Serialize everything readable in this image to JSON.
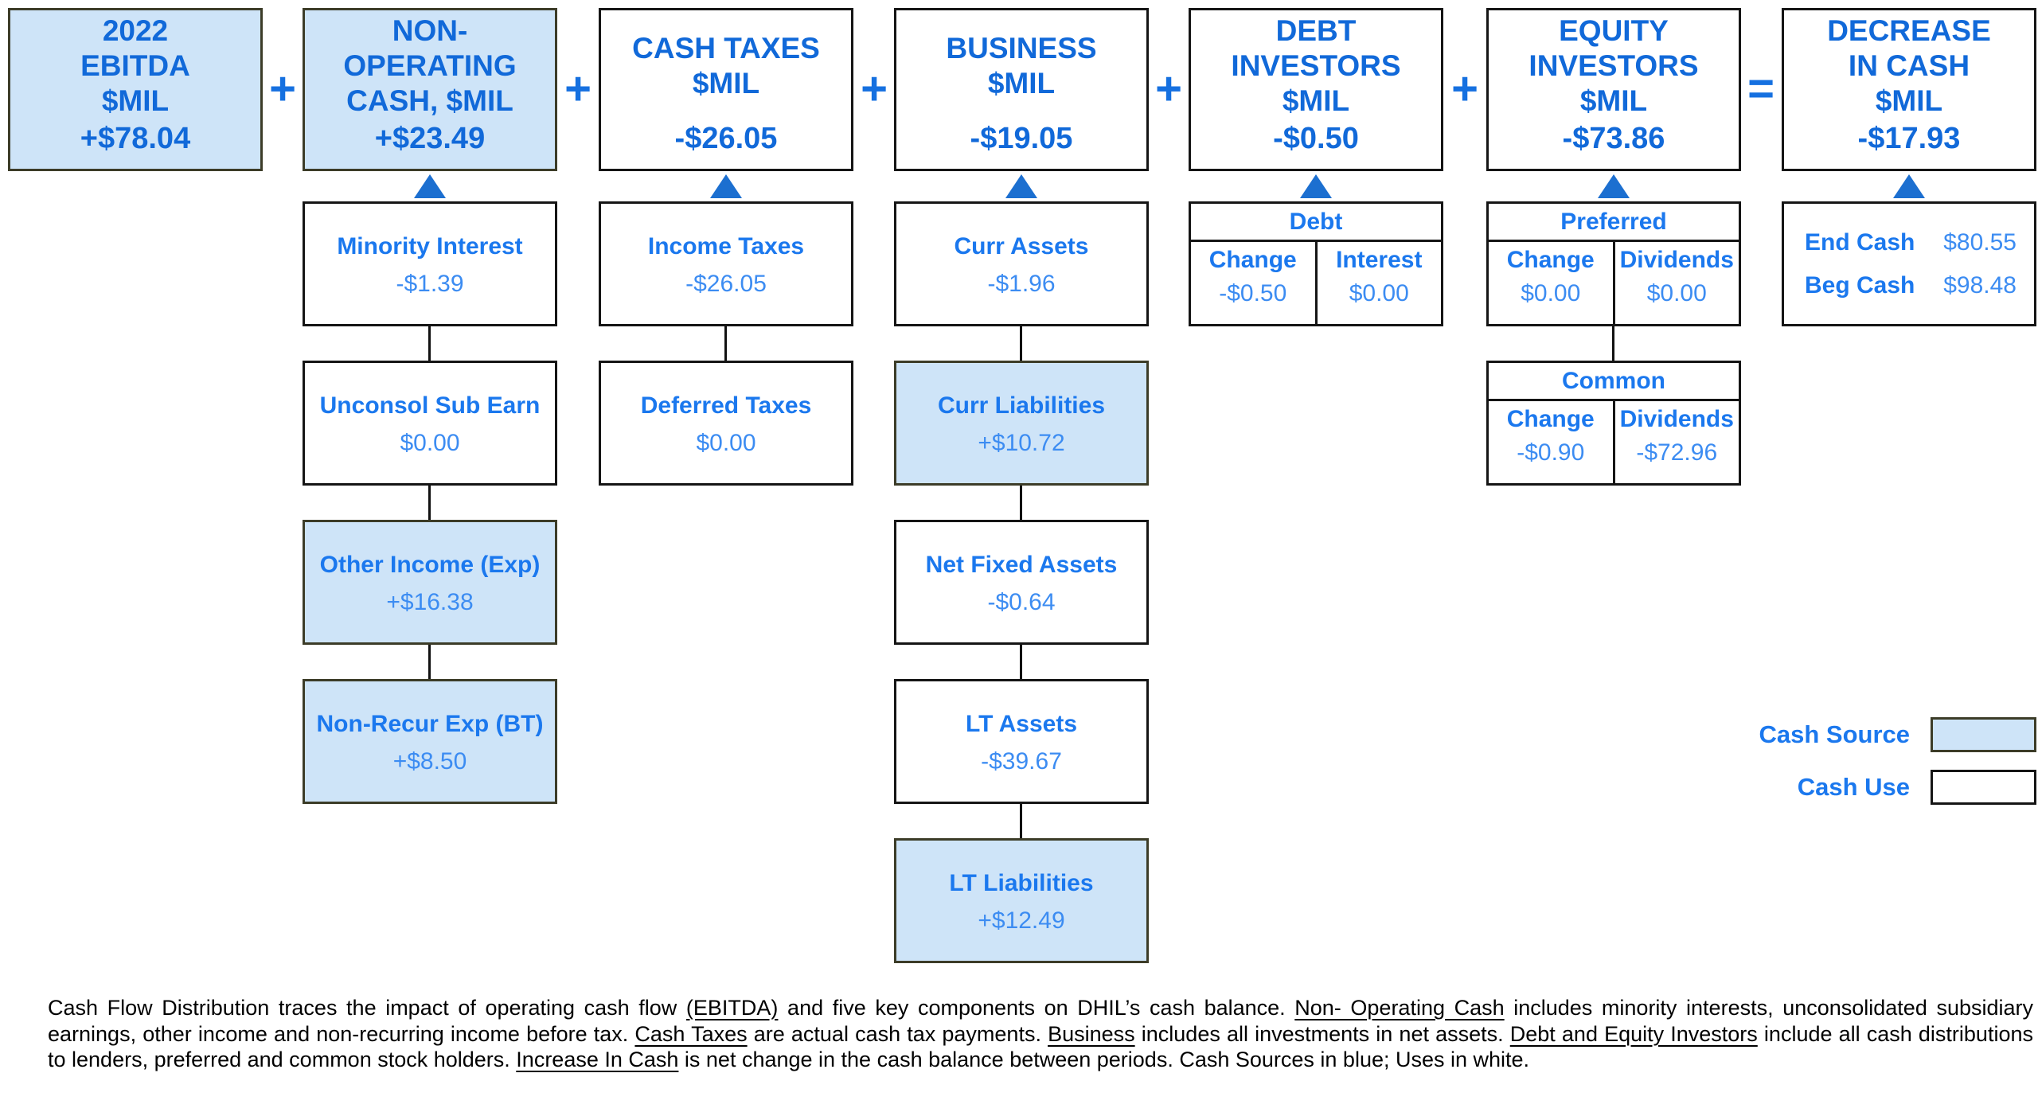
{
  "top_row": {
    "boxes": [
      {
        "title": "2022\nEBITDA\n$MIL",
        "value": "+$78.04",
        "fill": "source"
      },
      {
        "title": "NON-\nOPERATING\nCASH, $MIL",
        "value": "+$23.49",
        "fill": "source"
      },
      {
        "title": "CASH TAXES\n$MIL",
        "value": "-$26.05",
        "fill": "use"
      },
      {
        "title": "BUSINESS\n$MIL",
        "value": "-$19.05",
        "fill": "use"
      },
      {
        "title": "DEBT\nINVESTORS\n$MIL",
        "value": "-$0.50",
        "fill": "use"
      },
      {
        "title": "EQUITY\nINVESTORS\n$MIL",
        "value": "-$73.86",
        "fill": "use"
      },
      {
        "title": "DECREASE\nIN CASH\n$MIL",
        "value": "-$17.93",
        "fill": "use"
      }
    ],
    "operators": [
      "+",
      "+",
      "+",
      "+",
      "+",
      "="
    ]
  },
  "non_operating_column": [
    {
      "label": "Minority Interest",
      "value": "-$1.39",
      "fill": "use"
    },
    {
      "label": "Unconsol Sub Earn",
      "value": "$0.00",
      "fill": "use"
    },
    {
      "label": "Other Income (Exp)",
      "value": "+$16.38",
      "fill": "source"
    },
    {
      "label": "Non-Recur Exp (BT)",
      "value": "+$8.50",
      "fill": "source"
    }
  ],
  "cash_taxes_column": [
    {
      "label": "Income Taxes",
      "value": "-$26.05",
      "fill": "use"
    },
    {
      "label": "Deferred Taxes",
      "value": "$0.00",
      "fill": "use"
    }
  ],
  "business_column": [
    {
      "label": "Curr Assets",
      "value": "-$1.96",
      "fill": "use"
    },
    {
      "label": "Curr Liabilities",
      "value": "+$10.72",
      "fill": "source"
    },
    {
      "label": "Net Fixed Assets",
      "value": "-$0.64",
      "fill": "use"
    },
    {
      "label": "LT Assets",
      "value": "-$39.67",
      "fill": "use"
    },
    {
      "label": "LT Liabilities",
      "value": "+$12.49",
      "fill": "source"
    }
  ],
  "debt_table": {
    "title": "Debt",
    "col1_header": "Change",
    "col2_header": "Interest",
    "col1_value": "-$0.50",
    "col2_value": "$0.00"
  },
  "preferred_table": {
    "title": "Preferred",
    "col1_header": "Change",
    "col2_header": "Dividends",
    "col1_value": "$0.00",
    "col2_value": "$0.00"
  },
  "common_table": {
    "title": "Common",
    "col1_header": "Change",
    "col2_header": "Dividends",
    "col1_value": "-$0.90",
    "col2_value": "-$72.96"
  },
  "cash_balance_box": {
    "rows": [
      {
        "label": "End Cash",
        "value": "$80.55"
      },
      {
        "label": "Beg Cash",
        "value": "$98.48"
      }
    ]
  },
  "legend": {
    "source_label": "Cash Source",
    "use_label": "Cash Use"
  },
  "footnote": {
    "segments": [
      {
        "text": "Cash Flow Distribution traces the impact of operating cash flow ",
        "underline": false
      },
      {
        "text": "(EBITDA)",
        "underline": true
      },
      {
        "text": " and five key components on DHIL’s cash balance. ",
        "underline": false
      },
      {
        "text": "Non- Operating Cash",
        "underline": true
      },
      {
        "text": " includes minority interests, unconsolidated subsidiary earnings, other income and non-recurring income before tax. ",
        "underline": false
      },
      {
        "text": "Cash Taxes",
        "underline": true
      },
      {
        "text": " are actual cash tax payments. ",
        "underline": false
      },
      {
        "text": "Business",
        "underline": true
      },
      {
        "text": " includes all investments in net assets. ",
        "underline": false
      },
      {
        "text": "Debt and Equity Investors",
        "underline": true
      },
      {
        "text": " include all cash distributions to lenders, preferred and common stock holders. ",
        "underline": false
      },
      {
        "text": "Increase In Cash",
        "underline": true
      },
      {
        "text": " is net change in the cash balance between periods. Cash Sources in blue; Uses in white.",
        "underline": false
      }
    ]
  },
  "colors": {
    "source_fill": "#cee4f8",
    "heading_blue": "#1169d9",
    "label_blue": "#1b78ee",
    "value_blue": "#3c8cf2",
    "triangle_blue": "#1c6fd0",
    "border_black": "#151515"
  }
}
